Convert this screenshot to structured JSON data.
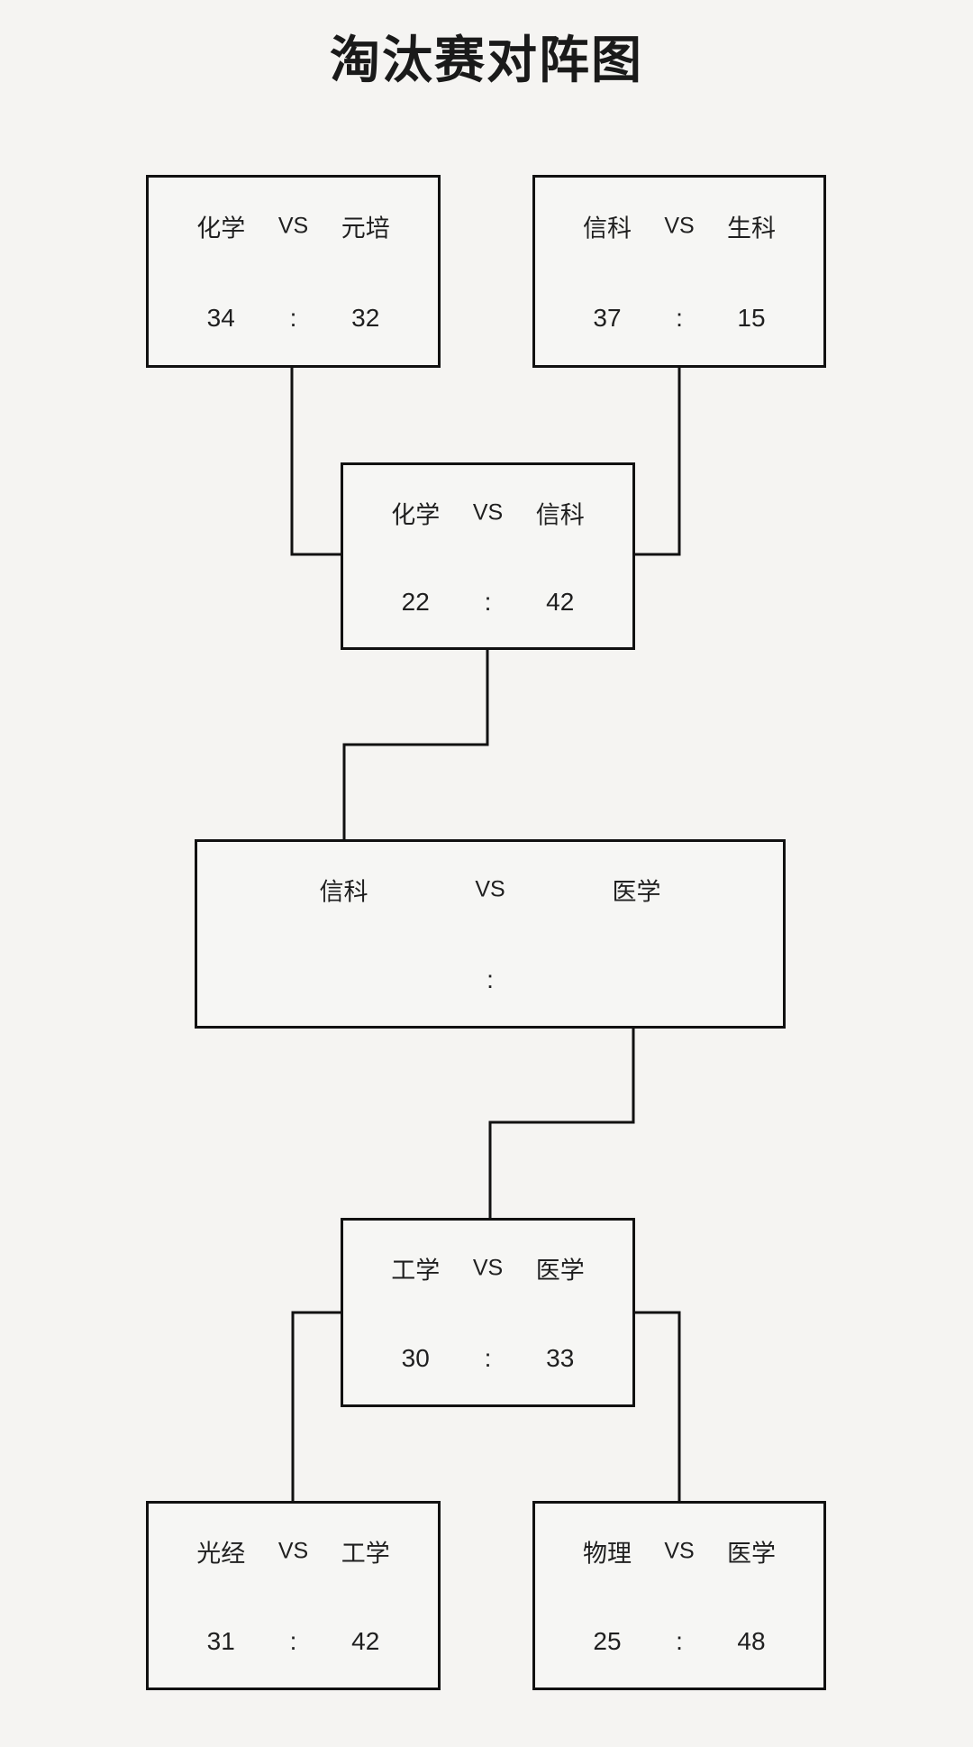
{
  "title": "淘汰赛对阵图",
  "vs_label": "VS",
  "score_separator": ":",
  "colors": {
    "background": "#f5f4f2",
    "line": "#111111",
    "text": "#1f1f1f"
  },
  "matches": [
    {
      "name": "quarterfinal-top-left",
      "left": "化学",
      "right": "元培",
      "left_score": "34",
      "right_score": "32"
    },
    {
      "name": "quarterfinal-top-right",
      "left": "信科",
      "right": "生科",
      "left_score": "37",
      "right_score": "15"
    },
    {
      "name": "semifinal-top",
      "left": "化学",
      "right": "信科",
      "left_score": "22",
      "right_score": "42"
    },
    {
      "name": "final",
      "left": "信科",
      "right": "医学",
      "left_score": "",
      "right_score": ""
    },
    {
      "name": "semifinal-bottom",
      "left": "工学",
      "right": "医学",
      "left_score": "30",
      "right_score": "33"
    },
    {
      "name": "quarterfinal-bottom-left",
      "left": "光经",
      "right": "工学",
      "left_score": "31",
      "right_score": "42"
    },
    {
      "name": "quarterfinal-bottom-right",
      "left": "物理",
      "right": "医学",
      "left_score": "25",
      "right_score": "48"
    }
  ]
}
